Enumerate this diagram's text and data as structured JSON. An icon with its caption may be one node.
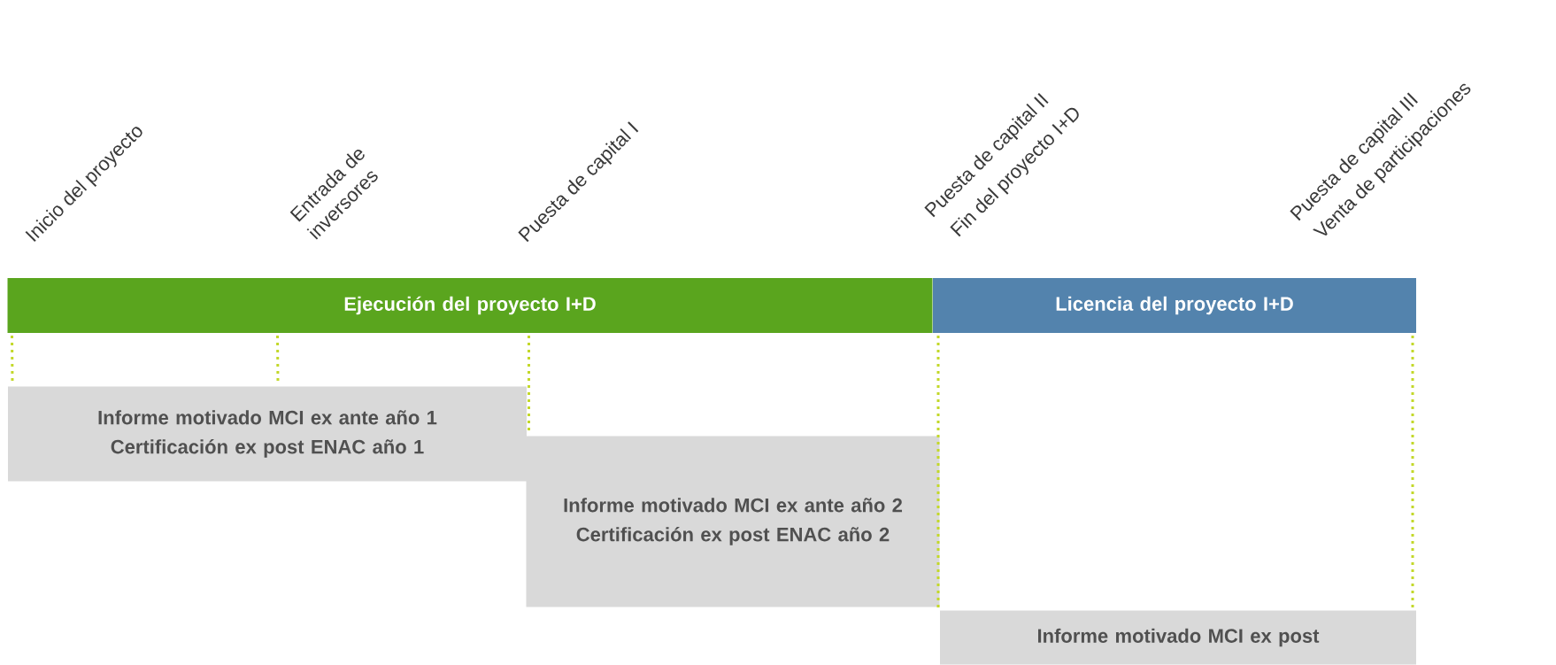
{
  "diagram": {
    "nodes": [
      {
        "text": [
          "Ejecución del proyecto I+D"
        ]
      },
      {
        "text": [
          "Licencia del proyecto I+D"
        ]
      },
      {
        "text": [
          "Informe motivado MCI ex ante año 1",
          "Certificación ex post ENAC año 1"
        ]
      },
      {
        "text": [
          "Informe motivado MCI ex ante año 2",
          "Certificación ex post ENAC año 2"
        ]
      },
      {
        "text": [
          "Informe motivado MCI ex post"
        ]
      }
    ],
    "edges": [
      {
        "from": 0,
        "to": 2,
        "arrow": "none",
        "style": "dashed"
      },
      {
        "from": 0,
        "to": 2,
        "arrow": "none",
        "style": "dashed"
      },
      {
        "from": 0,
        "to": 3,
        "arrow": "none",
        "style": "dashed"
      },
      {
        "from": 1,
        "to": 4,
        "arrow": "none",
        "style": "dashed"
      },
      {
        "from": 1,
        "to": 4,
        "arrow": "none",
        "style": "dashed"
      }
    ],
    "labels": [
      "Inicio del proyecto",
      "Entrada de inversores",
      "Puesta de capital I",
      "Puesta de capital II",
      "Fin del proyecto I+D",
      "Puesta de capital III",
      "Venta de participaciones"
    ]
  }
}
